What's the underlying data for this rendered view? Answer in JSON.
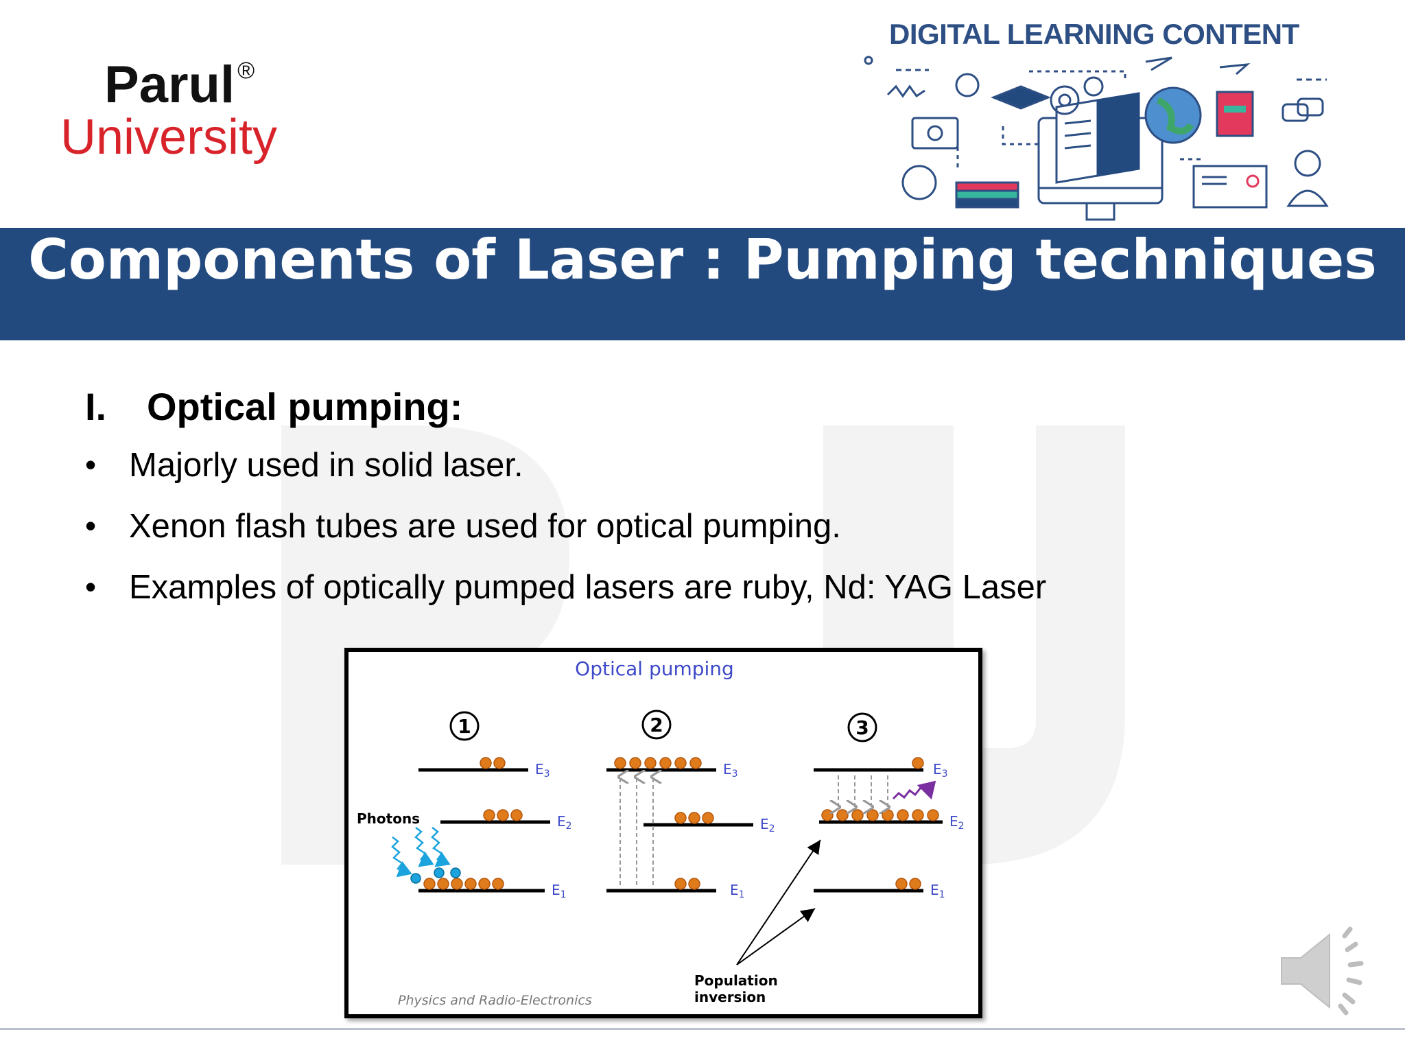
{
  "logo": {
    "name": "Parul",
    "registered": "®",
    "sub": "University"
  },
  "banner": {
    "title": "DIGITAL LEARNING CONTENT"
  },
  "slide": {
    "title": "Components of Laser : Pumping techniques",
    "section_number": "I.",
    "section_title": "Optical pumping:",
    "bullets": [
      "Majorly used in solid laser.",
      "Xenon flash tubes are used for optical pumping.",
      "Examples of optically pumped lasers are ruby, Nd: YAG Laser"
    ]
  },
  "figure": {
    "title": "Optical pumping",
    "steps": [
      "1",
      "2",
      "3"
    ],
    "levels": [
      "E3",
      "E2",
      "E1"
    ],
    "photons_label": "Photons",
    "population_label_line1": "Population",
    "population_label_line2": "inversion",
    "credit": "Physics and Radio-Electronics"
  },
  "colors": {
    "title_bar": "#234a7f",
    "logo_red": "#d8232a",
    "atom": "#e07b1c",
    "figure_text": "#3d49c8"
  }
}
